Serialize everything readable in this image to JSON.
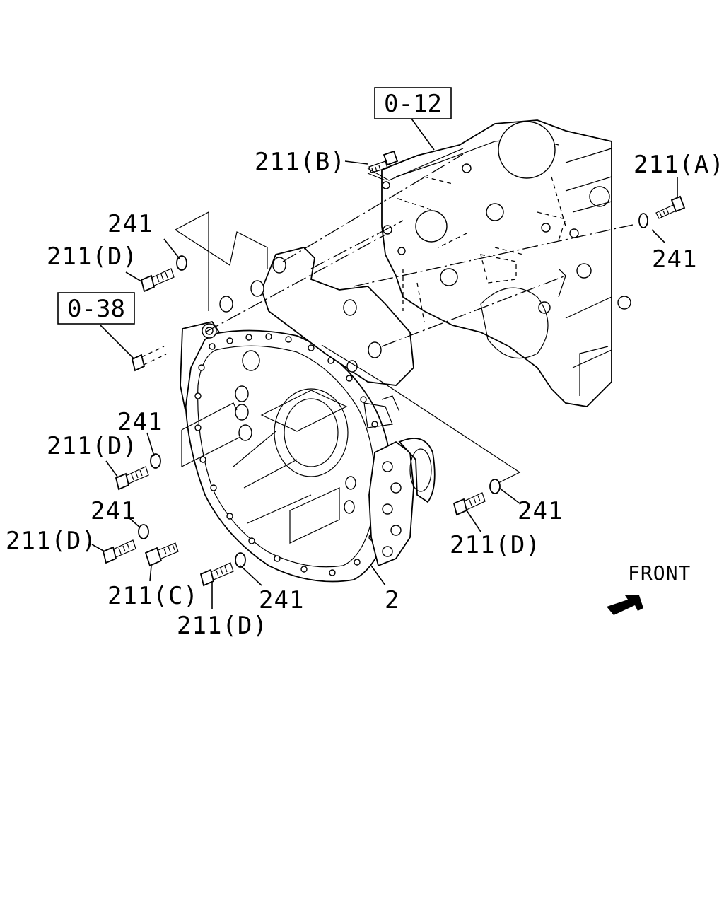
{
  "labels": {
    "ref_0_12": "0-12",
    "ref_0_38": "0-38",
    "bolt_211_b": "211(B)",
    "bolt_211_a": "211(A)",
    "bolt_211_c": "211(C)",
    "bolt_211_d": "211(D)",
    "washer_241": "241",
    "part_2": "2",
    "front": "FRONT"
  }
}
